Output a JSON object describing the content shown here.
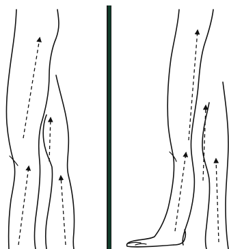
{
  "colors": {
    "background": "#ffffff",
    "ink": "#111111",
    "divider": "#0f3d2a",
    "divider_edge": "#1a1a1a"
  },
  "panels": [
    {
      "id": "left",
      "arrows": [
        {
          "id": "upper-thigh",
          "from": [
            34,
            202
          ],
          "to": [
            58,
            56
          ]
        },
        {
          "id": "lower-calf-front",
          "from": [
            27,
            358
          ],
          "to": [
            42,
            244
          ]
        },
        {
          "id": "back-upper",
          "from": [
            72,
            236
          ],
          "to": [
            74,
            173
          ]
        },
        {
          "id": "back-lower",
          "from": [
            96,
            358
          ],
          "to": [
            89,
            258
          ]
        }
      ]
    },
    {
      "id": "right",
      "arrows": [
        {
          "id": "front-thigh",
          "from": [
            276,
            205
          ],
          "to": [
            289,
            45
          ]
        },
        {
          "id": "front-calf",
          "from": [
            256,
            338
          ],
          "to": [
            272,
            224
          ]
        },
        {
          "id": "back-thigh",
          "from": [
            297,
            264
          ],
          "to": [
            301,
            155
          ]
        },
        {
          "id": "back-calf",
          "from": [
            320,
            354
          ],
          "to": [
            316,
            233
          ]
        }
      ]
    }
  ]
}
